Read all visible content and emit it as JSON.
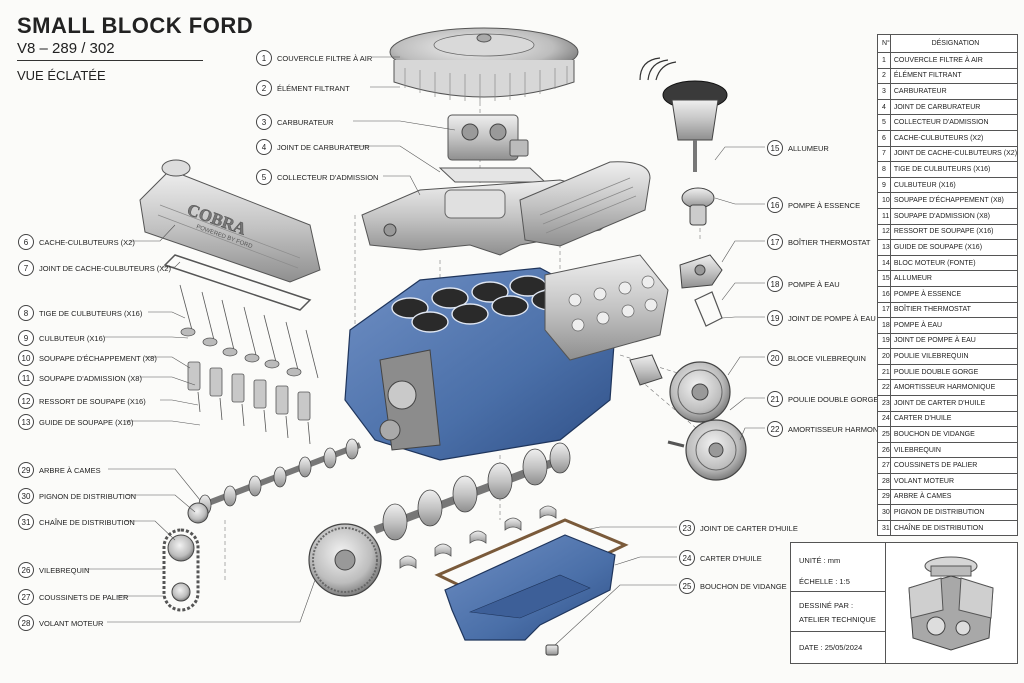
{
  "title": "SMALL BLOCK FORD",
  "subtitle": "V8 – 289 / 302",
  "view_label": "VUE ÉCLATÉE",
  "callouts": [
    {
      "n": "1",
      "label": "COUVERCLE FILTRE À AIR"
    },
    {
      "n": "2",
      "label": "ÉLÉMENT FILTRANT"
    },
    {
      "n": "3",
      "label": "CARBURATEUR"
    },
    {
      "n": "4",
      "label": "JOINT DE CARBURATEUR"
    },
    {
      "n": "5",
      "label": "COLLECTEUR D'ADMISSION"
    },
    {
      "n": "6",
      "label": "CACHE-CULBUTEURS (X2)"
    },
    {
      "n": "7",
      "label": "JOINT DE CACHE-CULBUTEURS (X2)"
    },
    {
      "n": "8",
      "label": "TIGE DE CULBUTEURS (X16)"
    },
    {
      "n": "9",
      "label": "CULBUTEUR (X16)"
    },
    {
      "n": "10",
      "label": "SOUPAPE D'ÉCHAPPEMENT (X8)"
    },
    {
      "n": "11",
      "label": "SOUPAPE D'ADMISSION (X8)"
    },
    {
      "n": "12",
      "label": "RESSORT DE SOUPAPE (X16)"
    },
    {
      "n": "13",
      "label": "GUIDE DE SOUPAPE (X16)"
    },
    {
      "n": "29",
      "label": "ARBRE À CAMES"
    },
    {
      "n": "30",
      "label": "PIGNON DE DISTRIBUTION"
    },
    {
      "n": "31",
      "label": "CHAÎNE DE DISTRIBUTION"
    },
    {
      "n": "26",
      "label": "VILEBREQUIN"
    },
    {
      "n": "27",
      "label": "COUSSINETS DE PALIER"
    },
    {
      "n": "28",
      "label": "VOLANT MOTEUR"
    },
    {
      "n": "15",
      "label": "ALLUMEUR"
    },
    {
      "n": "16",
      "label": "POMPE À ESSENCE"
    },
    {
      "n": "17",
      "label": "BOÎTIER THERMOSTAT"
    },
    {
      "n": "18",
      "label": "POMPE À EAU"
    },
    {
      "n": "19",
      "label": "JOINT DE POMPE À EAU"
    },
    {
      "n": "20",
      "label": "BLOCE VILEBREQUIN"
    },
    {
      "n": "21",
      "label": "POULIE DOUBLE GORGE"
    },
    {
      "n": "22",
      "label": "AMORTISSEUR HARMONIQUE"
    },
    {
      "n": "23",
      "label": "JOINT DE CARTER D'HUILE"
    },
    {
      "n": "24",
      "label": "CARTER D'HUILE"
    },
    {
      "n": "25",
      "label": "BOUCHON DE VIDANGE"
    }
  ],
  "parts_table": {
    "col_no": "N°",
    "col_designation": "DÉSIGNATION",
    "rows": [
      {
        "n": "1",
        "d": "COUVERCLE FILTRE À AIR"
      },
      {
        "n": "2",
        "d": "ÉLÉMENT FILTRANT"
      },
      {
        "n": "3",
        "d": "CARBURATEUR"
      },
      {
        "n": "4",
        "d": "JOINT DE CARBURATEUR"
      },
      {
        "n": "5",
        "d": "COLLECTEUR D'ADMISSION"
      },
      {
        "n": "6",
        "d": "CACHE-CULBUTEURS (X2)"
      },
      {
        "n": "7",
        "d": "JOINT DE CACHE-CULBUTEURS (X2)"
      },
      {
        "n": "8",
        "d": "TIGE DE CULBUTEURS (X16)"
      },
      {
        "n": "9",
        "d": "CULBUTEUR (X16)"
      },
      {
        "n": "10",
        "d": "SOUPAPE D'ÉCHAPPEMENT (X8)"
      },
      {
        "n": "11",
        "d": "SOUPAPE D'ADMISSION (X8)"
      },
      {
        "n": "12",
        "d": "RESSORT DE SOUPAPE (X16)"
      },
      {
        "n": "13",
        "d": "GUIDE DE SOUPAPE (X16)"
      },
      {
        "n": "14",
        "d": "BLOC MOTEUR (FONTE)"
      },
      {
        "n": "15",
        "d": "ALLUMEUR"
      },
      {
        "n": "16",
        "d": "POMPE À ESSENCE"
      },
      {
        "n": "17",
        "d": "BOÎTIER THERMOSTAT"
      },
      {
        "n": "18",
        "d": "POMPE À EAU"
      },
      {
        "n": "19",
        "d": "JOINT DE POMPE À EAU"
      },
      {
        "n": "20",
        "d": "POULIE VILEBREQUIN"
      },
      {
        "n": "21",
        "d": "POULIE DOUBLE GORGE"
      },
      {
        "n": "22",
        "d": "AMORTISSEUR HARMONIQUE"
      },
      {
        "n": "23",
        "d": "JOINT DE CARTER D'HUILE"
      },
      {
        "n": "24",
        "d": "CARTER D'HUILE"
      },
      {
        "n": "25",
        "d": "BOUCHON DE VIDANGE"
      },
      {
        "n": "26",
        "d": "VILEBREQUIN"
      },
      {
        "n": "27",
        "d": "COUSSINETS DE PALIER"
      },
      {
        "n": "28",
        "d": "VOLANT MOTEUR"
      },
      {
        "n": "29",
        "d": "ARBRE À CAMES"
      },
      {
        "n": "30",
        "d": "PIGNON DE DISTRIBUTION"
      },
      {
        "n": "31",
        "d": "CHAÎNE DE DISTRIBUTION"
      }
    ]
  },
  "title_block": {
    "unit": "UNITÉ : mm",
    "scale": "ÉCHELLE : 1:5",
    "drawn_by_label": "DESSINÉ PAR :",
    "drawn_by": "ATELIER TECHNIQUE",
    "date": "DATE : 25/05/2024"
  },
  "valve_cover_text": "COBRA",
  "valve_cover_subtext": "POWERED BY FORD",
  "colors": {
    "block_blue": "#4a6fa8",
    "block_blue_dark": "#2f4f86",
    "metal": "#c9c9c9",
    "metal_dark": "#8a8a8a",
    "ink": "#333333",
    "paper": "#fbfbf9"
  }
}
